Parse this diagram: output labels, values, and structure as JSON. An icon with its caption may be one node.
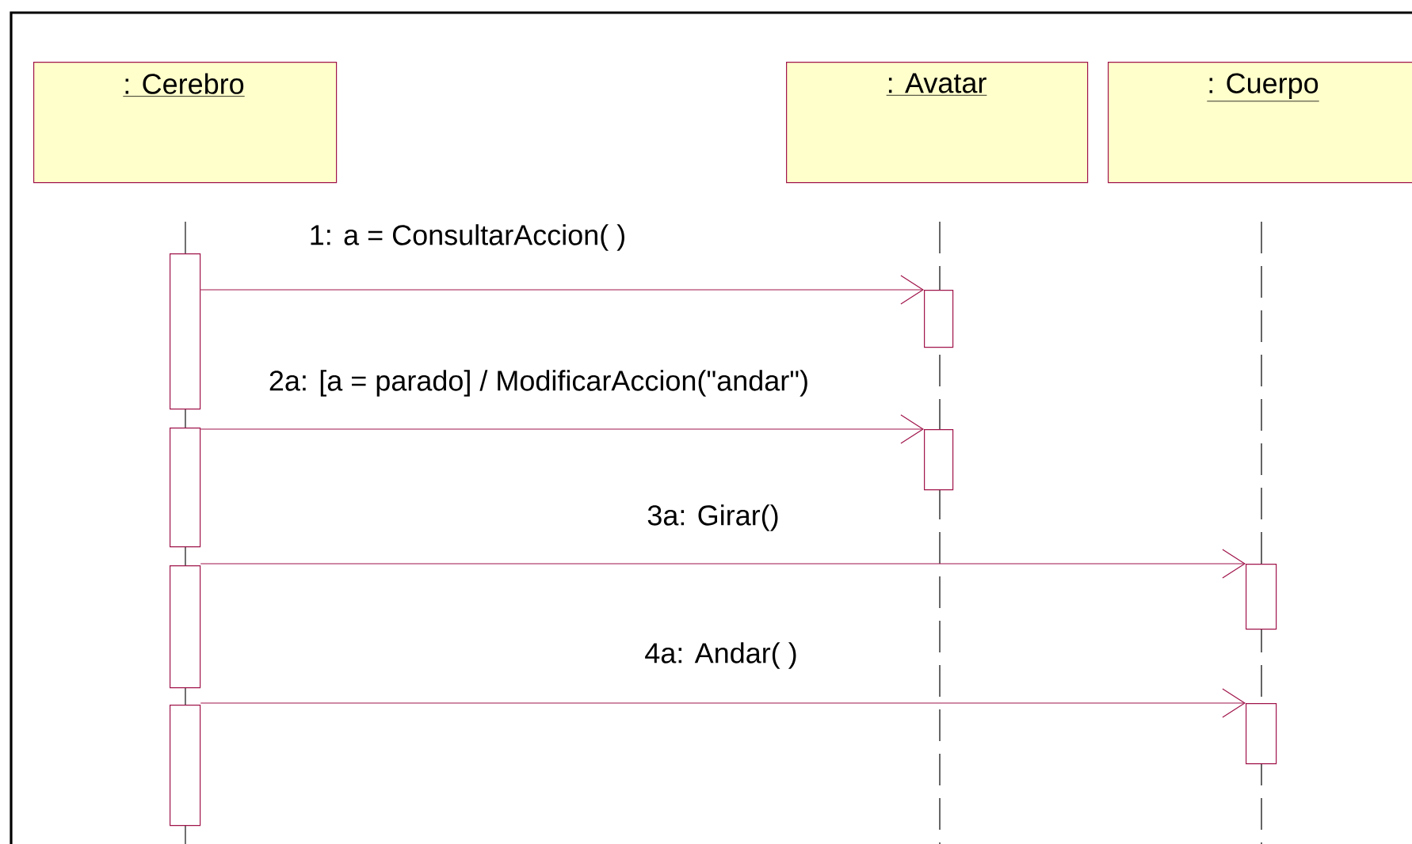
{
  "diagram": {
    "nodes": [
      {
        "text": [
          ": Cerebro"
        ]
      },
      {
        "text": [
          ": Avatar"
        ]
      },
      {
        "text": [
          ": Cuerpo"
        ]
      },
      {
        "text": [],
        "shape": "bar"
      },
      {
        "text": [],
        "shape": "bar"
      },
      {
        "text": [],
        "shape": "bar"
      },
      {
        "text": [],
        "shape": "bar"
      },
      {
        "text": [],
        "shape": "bar"
      },
      {
        "text": [],
        "shape": "bar"
      },
      {
        "text": [],
        "shape": "bar"
      },
      {
        "text": [],
        "shape": "bar"
      }
    ],
    "edges": [
      {
        "from": 3,
        "to": 4,
        "arrow": "to",
        "label": "1: a = ConsultarAccion( )"
      },
      {
        "from": 5,
        "to": 6,
        "arrow": "to",
        "label": "2a: [a = parado] / ModificarAccion(\"andar\")"
      },
      {
        "from": 7,
        "to": 8,
        "arrow": "to",
        "label": "3a: Girar()"
      },
      {
        "from": 9,
        "to": 10,
        "arrow": "to",
        "label": "4a: Andar( )"
      }
    ]
  }
}
